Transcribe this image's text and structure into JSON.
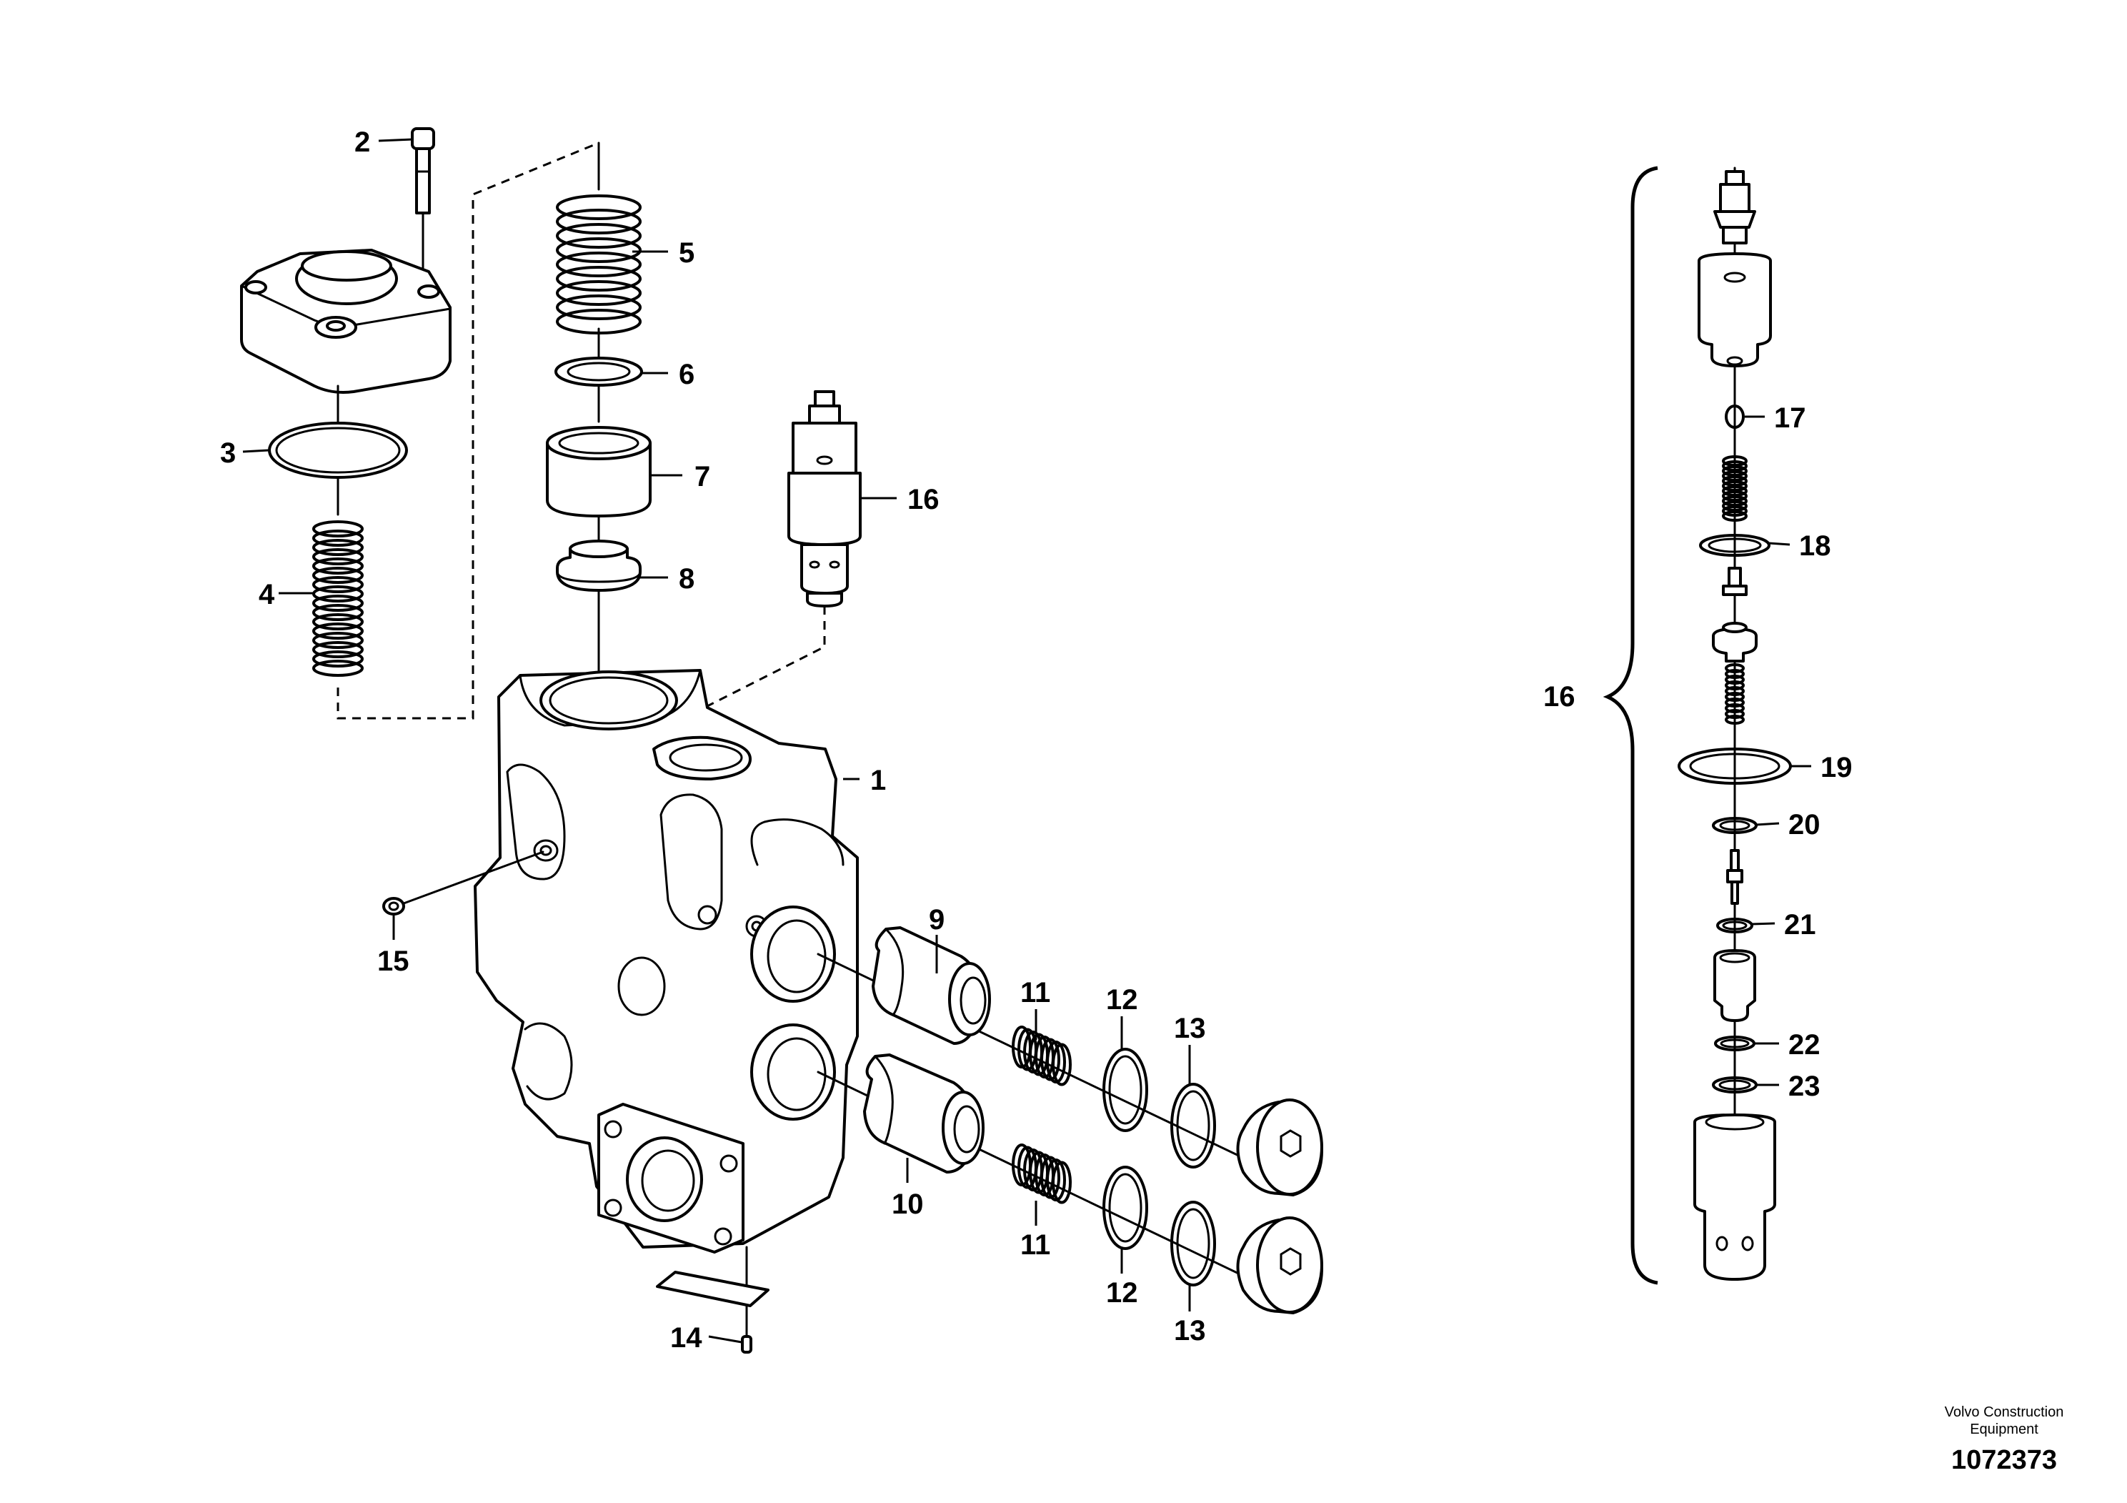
{
  "callouts": {
    "c1": "1",
    "c2": "2",
    "c3": "3",
    "c4": "4",
    "c5": "5",
    "c6": "6",
    "c7": "7",
    "c8": "8",
    "c9": "9",
    "c10": "10",
    "c11a": "11",
    "c11b": "11",
    "c12a": "12",
    "c12b": "12",
    "c13a": "13",
    "c13b": "13",
    "c14": "14",
    "c15": "15",
    "c16a": "16",
    "c16b": "16",
    "c17": "17",
    "c18": "18",
    "c19": "19",
    "c20": "20",
    "c21": "21",
    "c22": "22",
    "c23": "23"
  },
  "footer": {
    "manufacturer_line1": "Volvo Construction",
    "manufacturer_line2": "Equipment",
    "drawing_number": "1072373"
  }
}
